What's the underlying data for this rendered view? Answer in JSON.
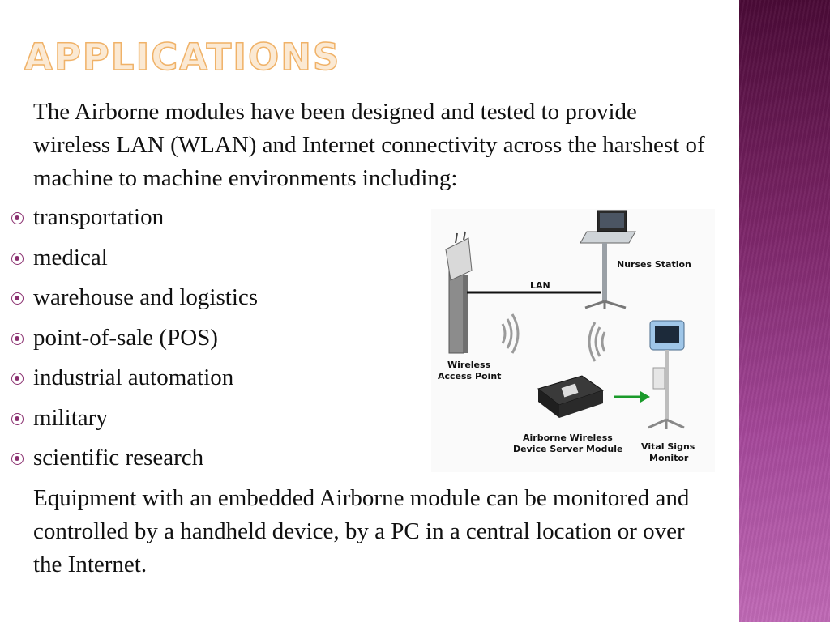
{
  "slide": {
    "title": "APPLICATIONS",
    "intro": "The Airborne modules have been designed and tested to provide wireless LAN (WLAN) and Internet connectivity across the harshest of machine to machine environments including:",
    "bullets": [
      "transportation",
      "medical",
      "warehouse and logistics",
      "point-of-sale (POS)",
      "industrial automation",
      "military",
      "scientific research"
    ],
    "closing": "Equipment with an embedded Airborne module can be monitored and controlled by a handheld device, by a PC in a central location or over the Internet."
  },
  "figure": {
    "labels": {
      "nurses_station": "Nurses Station",
      "lan": "LAN",
      "access_point_line1": "Wireless",
      "access_point_line2": "Access Point",
      "module_line1": "Airborne Wireless",
      "module_line2": "Device Server Module",
      "monitor_line1": "Vital Signs",
      "monitor_line2": "Monitor"
    }
  },
  "colors": {
    "title_fill": "#fbe9d3",
    "title_outline": "#f0b268",
    "bullet": "#8a2f6f",
    "side_band_top": "#4a0a36",
    "side_band_bottom": "#c06ab6",
    "arrow": "#1a9a2a"
  },
  "icons": {
    "bullet": "circled-dot-bullet-icon"
  }
}
